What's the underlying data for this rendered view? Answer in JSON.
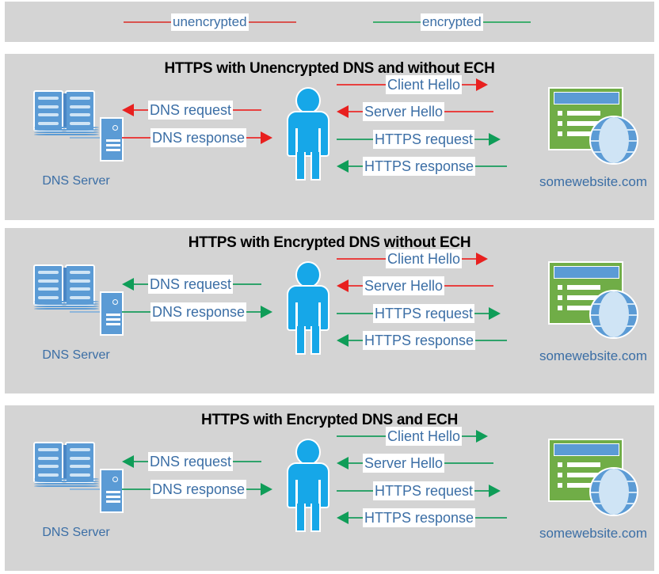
{
  "legend": {
    "items": [
      {
        "label": "unencrypted",
        "color": "#d9534f",
        "kind": "unencrypted"
      },
      {
        "label": "encrypted",
        "color": "#3fae6e",
        "kind": "encrypted"
      }
    ]
  },
  "colors": {
    "panel_background": "#d4d4d4",
    "page_background": "#ffffff",
    "unencrypted_arrow": "#e8403f",
    "encrypted_arrow": "#2fa36b",
    "label_text": "#3b6ea5",
    "title_text": "#000000",
    "person": "#16a7e8",
    "server_blue": "#5b9bd5",
    "website_green": "#70ad47"
  },
  "nodes": {
    "dns_server_label": "DNS Server",
    "website_label": "somewebsite.com",
    "dns_server_icon": "open-book-and-server-icon",
    "client_icon": "person-icon",
    "website_icon": "browser-window-globe-icon"
  },
  "panels": [
    {
      "id": "panel-1",
      "title": "HTTPS with Unencrypted DNS and without ECH",
      "messages": [
        {
          "label": "DNS request",
          "side": "dns",
          "direction": "left",
          "encrypted": false
        },
        {
          "label": "DNS response",
          "side": "dns",
          "direction": "right",
          "encrypted": false
        },
        {
          "label": "Client Hello",
          "side": "web",
          "direction": "right",
          "encrypted": false
        },
        {
          "label": "Server Hello",
          "side": "web",
          "direction": "left",
          "encrypted": false
        },
        {
          "label": "HTTPS request",
          "side": "web",
          "direction": "right",
          "encrypted": true
        },
        {
          "label": "HTTPS response",
          "side": "web",
          "direction": "left",
          "encrypted": true
        }
      ]
    },
    {
      "id": "panel-2",
      "title": "HTTPS with Encrypted DNS without ECH",
      "messages": [
        {
          "label": "DNS request",
          "side": "dns",
          "direction": "left",
          "encrypted": true
        },
        {
          "label": "DNS response",
          "side": "dns",
          "direction": "right",
          "encrypted": true
        },
        {
          "label": "Client Hello",
          "side": "web",
          "direction": "right",
          "encrypted": false
        },
        {
          "label": "Server Hello",
          "side": "web",
          "direction": "left",
          "encrypted": false
        },
        {
          "label": "HTTPS request",
          "side": "web",
          "direction": "right",
          "encrypted": true
        },
        {
          "label": "HTTPS response",
          "side": "web",
          "direction": "left",
          "encrypted": true
        }
      ]
    },
    {
      "id": "panel-3",
      "title": "HTTPS with Encrypted DNS and ECH",
      "messages": [
        {
          "label": "DNS request",
          "side": "dns",
          "direction": "left",
          "encrypted": true
        },
        {
          "label": "DNS response",
          "side": "dns",
          "direction": "right",
          "encrypted": true
        },
        {
          "label": "Client Hello",
          "side": "web",
          "direction": "right",
          "encrypted": true
        },
        {
          "label": "Server Hello",
          "side": "web",
          "direction": "left",
          "encrypted": true
        },
        {
          "label": "HTTPS request",
          "side": "web",
          "direction": "right",
          "encrypted": true
        },
        {
          "label": "HTTPS response",
          "side": "web",
          "direction": "left",
          "encrypted": true
        }
      ]
    }
  ]
}
